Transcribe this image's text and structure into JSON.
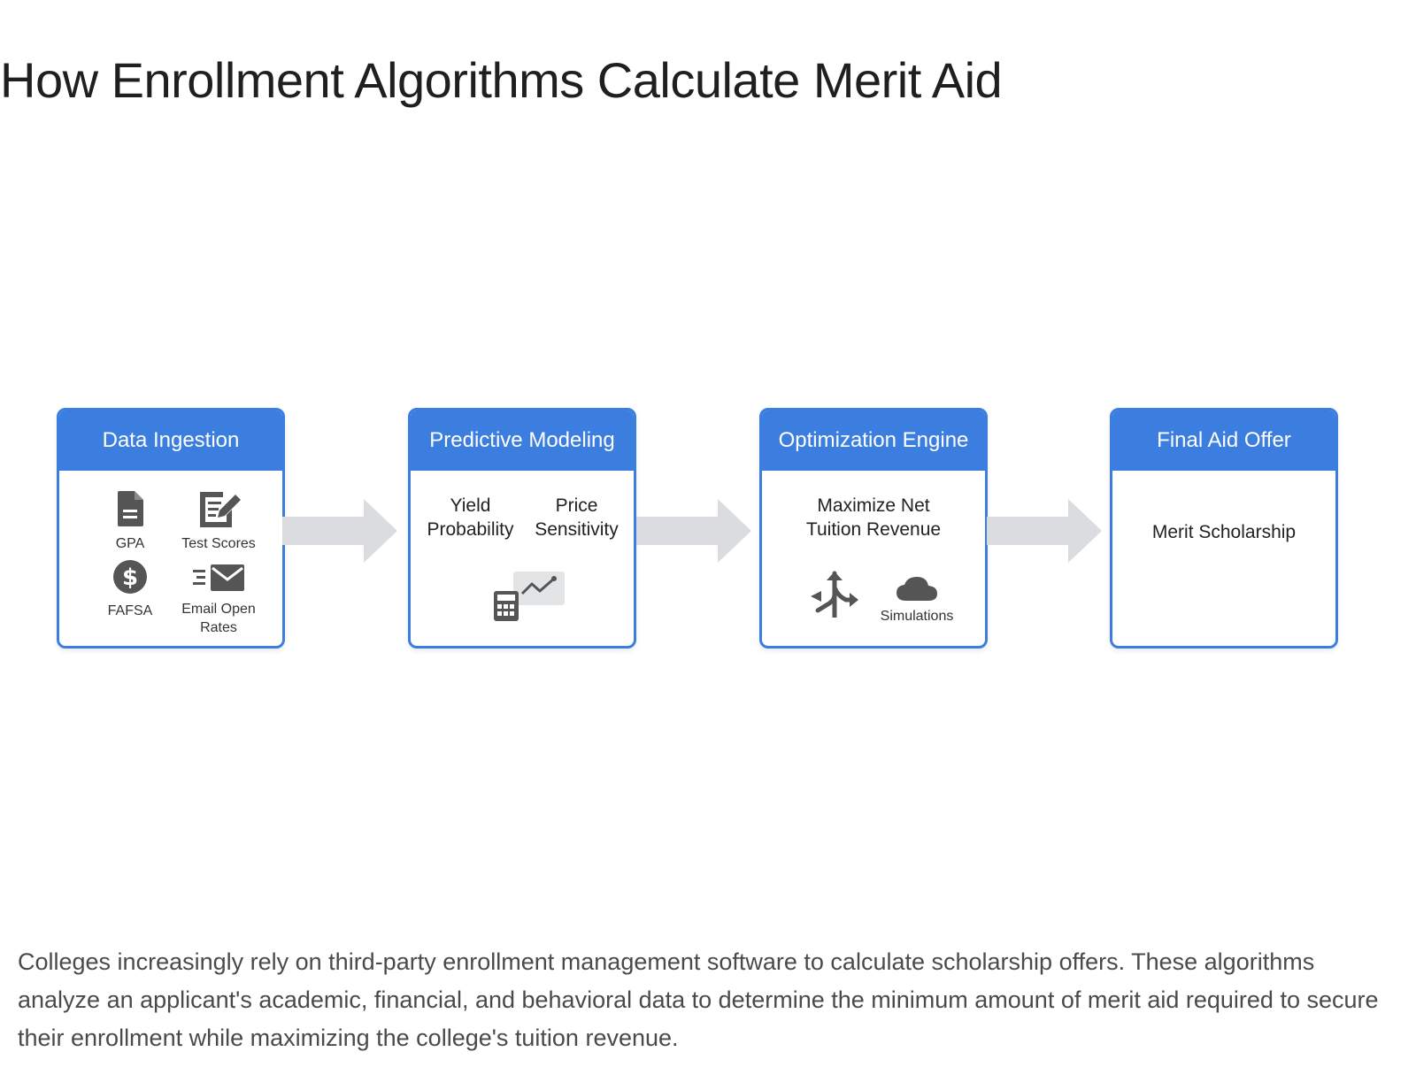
{
  "title": "How Enrollment Algorithms Calculate Merit Aid",
  "colors": {
    "stage_blue": "#3b7ee0",
    "icon_gray": "#555555",
    "arrow_gray": "#dadcdf"
  },
  "stages": [
    {
      "title": "Data Ingestion",
      "items": [
        {
          "label": "GPA",
          "icon": "document-icon"
        },
        {
          "label": "Test Scores",
          "icon": "edit-note-icon"
        },
        {
          "label": "FAFSA",
          "icon": "dollar-circle-icon"
        },
        {
          "label": "Email Open Rates",
          "icon": "email-icon"
        }
      ]
    },
    {
      "title": "Predictive Modeling",
      "items": [
        {
          "label": "Yield Probability"
        },
        {
          "label": "Price Sensitivity"
        }
      ],
      "icons": [
        "calculator-icon",
        "trend-chart-icon"
      ]
    },
    {
      "title": "Optimization Engine",
      "text": "Maximize Net Tuition Revenue",
      "items": [
        {
          "label": "",
          "icon": "split-arrows-icon"
        },
        {
          "label": "Simulations",
          "icon": "cloud-icon"
        }
      ]
    },
    {
      "title": "Final Aid Offer",
      "text": "Merit Scholarship"
    }
  ],
  "description": "Colleges increasingly rely on third-party enrollment management software to calculate scholarship offers. These algorithms analyze an applicant's academic, financial, and behavioral data to determine the minimum amount of merit aid required to secure their enrollment while maximizing the college's tuition revenue."
}
